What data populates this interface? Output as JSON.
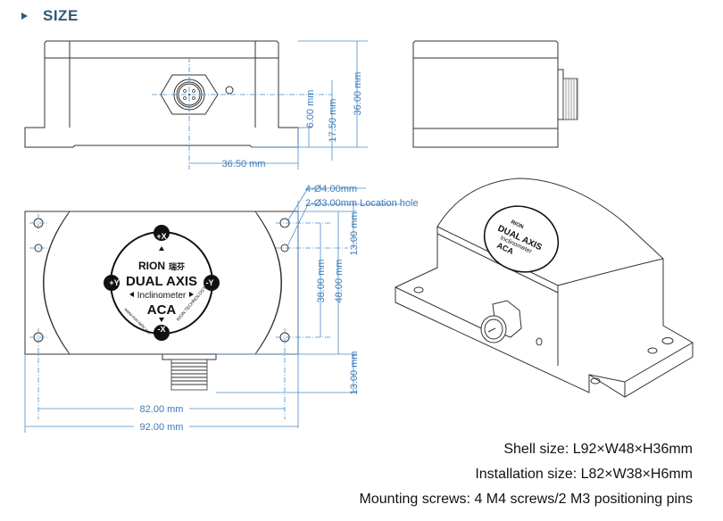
{
  "section": {
    "title": "SIZE",
    "bullet_icon": "triangle-right-icon"
  },
  "front_view": {
    "dimensions": {
      "connector_offset": "36.50 mm",
      "flange_height": "6.00 mm",
      "connector_height": "17.50 mm",
      "total_height": "36.00 mm"
    }
  },
  "side_view": {},
  "top_view": {
    "callouts": {
      "mount_holes": "4-Ø4.00mm",
      "location_holes": "2-Ø3.00mm Location hole"
    },
    "dimensions": {
      "top_offset": "13.00 mm",
      "hole_spacing_w": "38.00 mm",
      "width": "48.00 mm",
      "bottom_offset": "13.00 mm",
      "hole_spacing_l": "82.00 mm",
      "length": "92.00 mm"
    },
    "label": {
      "brand": "RION",
      "brand_cn": "瑞芬",
      "line1": "DUAL AXIS",
      "line2": "Inclinometer",
      "model": "ACA",
      "url": "www.rion-tehc.net",
      "company": "RION TECHNOLOGY",
      "axis_top": "+X",
      "axis_bottom": "-X",
      "axis_left": "+Y",
      "axis_right": "-Y"
    }
  },
  "iso_view": {
    "label": {
      "brand": "RION",
      "line1": "DUAL AXIS",
      "line2": "Inclinometer",
      "model": "ACA"
    }
  },
  "specs": {
    "shell_size": "Shell size: L92×W48×H36mm",
    "installation_size": "Installation size: L82×W38×H6mm",
    "mounting_screws": "Mounting screws: 4 M4 screws/2 M3 positioning pins"
  }
}
